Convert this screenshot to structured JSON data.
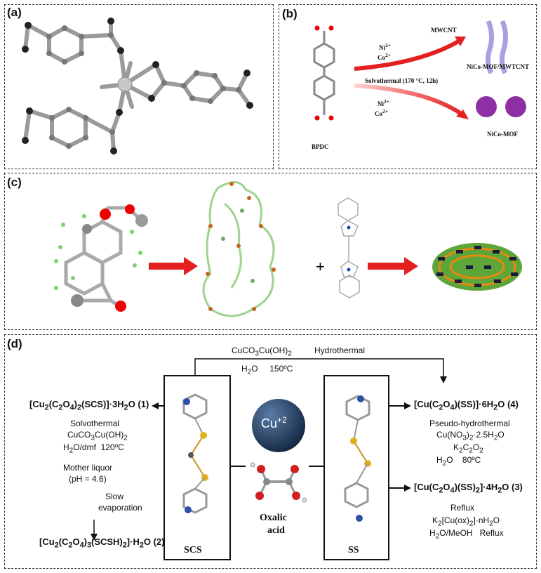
{
  "panels": {
    "a": "(a)",
    "b": "(b)",
    "c": "(c)",
    "d": "(d)"
  },
  "b": {
    "ni_top": "Ni",
    "ni_sup": "2+",
    "co_top": "Co",
    "co_sup": "2+",
    "ni_bot": "Ni",
    "co_bot": "Co",
    "mwcnt": "MWCNT",
    "composite": "NiCo-MOF/MWTCNT",
    "solvo": "Solvothermal (170 °C, 12h)",
    "bpdc": "BPDC",
    "mof": "NiCo-MOF"
  },
  "c": {
    "plus": "+"
  },
  "d": {
    "top_reagent": "CuCO",
    "hydrothermal": "Hydrothermal",
    "h2o_150": "150ºC",
    "cu": "Cu",
    "cu_charge": "+2",
    "oxalic_1": "Oxalic",
    "oxalic_2": "acid",
    "scs": "SCS",
    "ss": "SS",
    "c1_tag": "(1)",
    "solvothermal": "Solvothermal",
    "dmf": "H",
    "dmf_temp": "120ºC",
    "mother_liquor": "Mother liquor",
    "ph": "(pH = 4.6)",
    "slow": "Slow",
    "evaporation": "evaporation",
    "c2_tag": "(2)",
    "c4_tag": "(4)",
    "pseudo": "Pseudo-hydrothermal",
    "h2o_80": "80ºC",
    "c3_tag": "(3)",
    "reflux": "Reflux",
    "meoh": "H",
    "reflux2": "Reflux"
  },
  "colors": {
    "red_arrow": "#e41f1f",
    "purple": "#8e2fa3",
    "cu_sphere": "#1f3a5a"
  }
}
